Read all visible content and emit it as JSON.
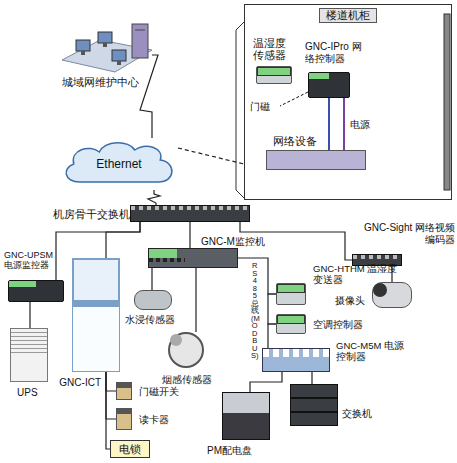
{
  "diagram": {
    "nodes": [
      {
        "text": [
          "城域网维护中心"
        ]
      },
      {
        "text": [
          "Ethernet"
        ]
      },
      {
        "text": [
          "楼道机柜"
        ]
      },
      {
        "text": [
          "温湿度传感器"
        ],
        "in": 2
      },
      {
        "text": [
          "GNC-IPro 网络控制器"
        ],
        "in": 2
      },
      {
        "text": [
          "网络设备"
        ],
        "in": 2
      },
      {
        "text": [
          "机房骨干交换机"
        ]
      },
      {
        "text": [
          "GNC-M监控机"
        ]
      },
      {
        "text": [
          "GNC-Sight 网络视频编码器"
        ]
      },
      {
        "text": [
          "摄像头"
        ]
      },
      {
        "text": [
          "GNC-UPSM 电源监控器"
        ]
      },
      {
        "text": [
          "UPS"
        ]
      },
      {
        "text": [
          "GNC-ICT"
        ]
      },
      {
        "text": [
          "水浸传感器"
        ]
      },
      {
        "text": [
          "烟感传感器"
        ]
      },
      {
        "text": [
          "GNC-HTHM 温湿度变送器"
        ]
      },
      {
        "text": [
          "空调控制器"
        ]
      },
      {
        "text": [
          "GNC-M5M 电源控制器"
        ]
      },
      {
        "text": [
          "PM配电盘"
        ]
      },
      {
        "text": [
          "交换机"
        ]
      },
      {
        "text": [
          "门磁开关"
        ]
      },
      {
        "text": [
          "读卡器"
        ]
      },
      {
        "text": [
          "电锁"
        ]
      }
    ],
    "edges": [
      {
        "from": 0,
        "to": 1,
        "arrow": "none"
      },
      {
        "from": 1,
        "to": 2,
        "arrow": "none"
      },
      {
        "from": 6,
        "to": 1,
        "arrow": "none"
      },
      {
        "from": 4,
        "to": 5,
        "arrow": "none"
      },
      {
        "from": 6,
        "to": 7,
        "arrow": "none"
      },
      {
        "from": 6,
        "to": 10,
        "arrow": "none"
      },
      {
        "from": 6,
        "to": 12,
        "arrow": "none"
      },
      {
        "from": 6,
        "to": 8,
        "arrow": "none"
      },
      {
        "from": 8,
        "to": 9,
        "arrow": "none"
      },
      {
        "from": 10,
        "to": 11,
        "arrow": "none"
      },
      {
        "from": 12,
        "to": 20,
        "arrow": "none"
      },
      {
        "from": 12,
        "to": 21,
        "arrow": "none"
      },
      {
        "from": 12,
        "to": 22,
        "arrow": "none"
      },
      {
        "from": 7,
        "to": 13,
        "arrow": "none"
      },
      {
        "from": 7,
        "to": 14,
        "arrow": "none"
      },
      {
        "from": 7,
        "to": 15,
        "arrow": "none"
      },
      {
        "from": 15,
        "to": 16,
        "arrow": "none"
      },
      {
        "from": 16,
        "to": 17,
        "arrow": "none"
      },
      {
        "from": 17,
        "to": 18,
        "arrow": "none"
      },
      {
        "from": 17,
        "to": 19,
        "arrow": "none"
      }
    ],
    "labels": [
      "门磁",
      "电源",
      "RS485总线(MODBUS)"
    ]
  }
}
